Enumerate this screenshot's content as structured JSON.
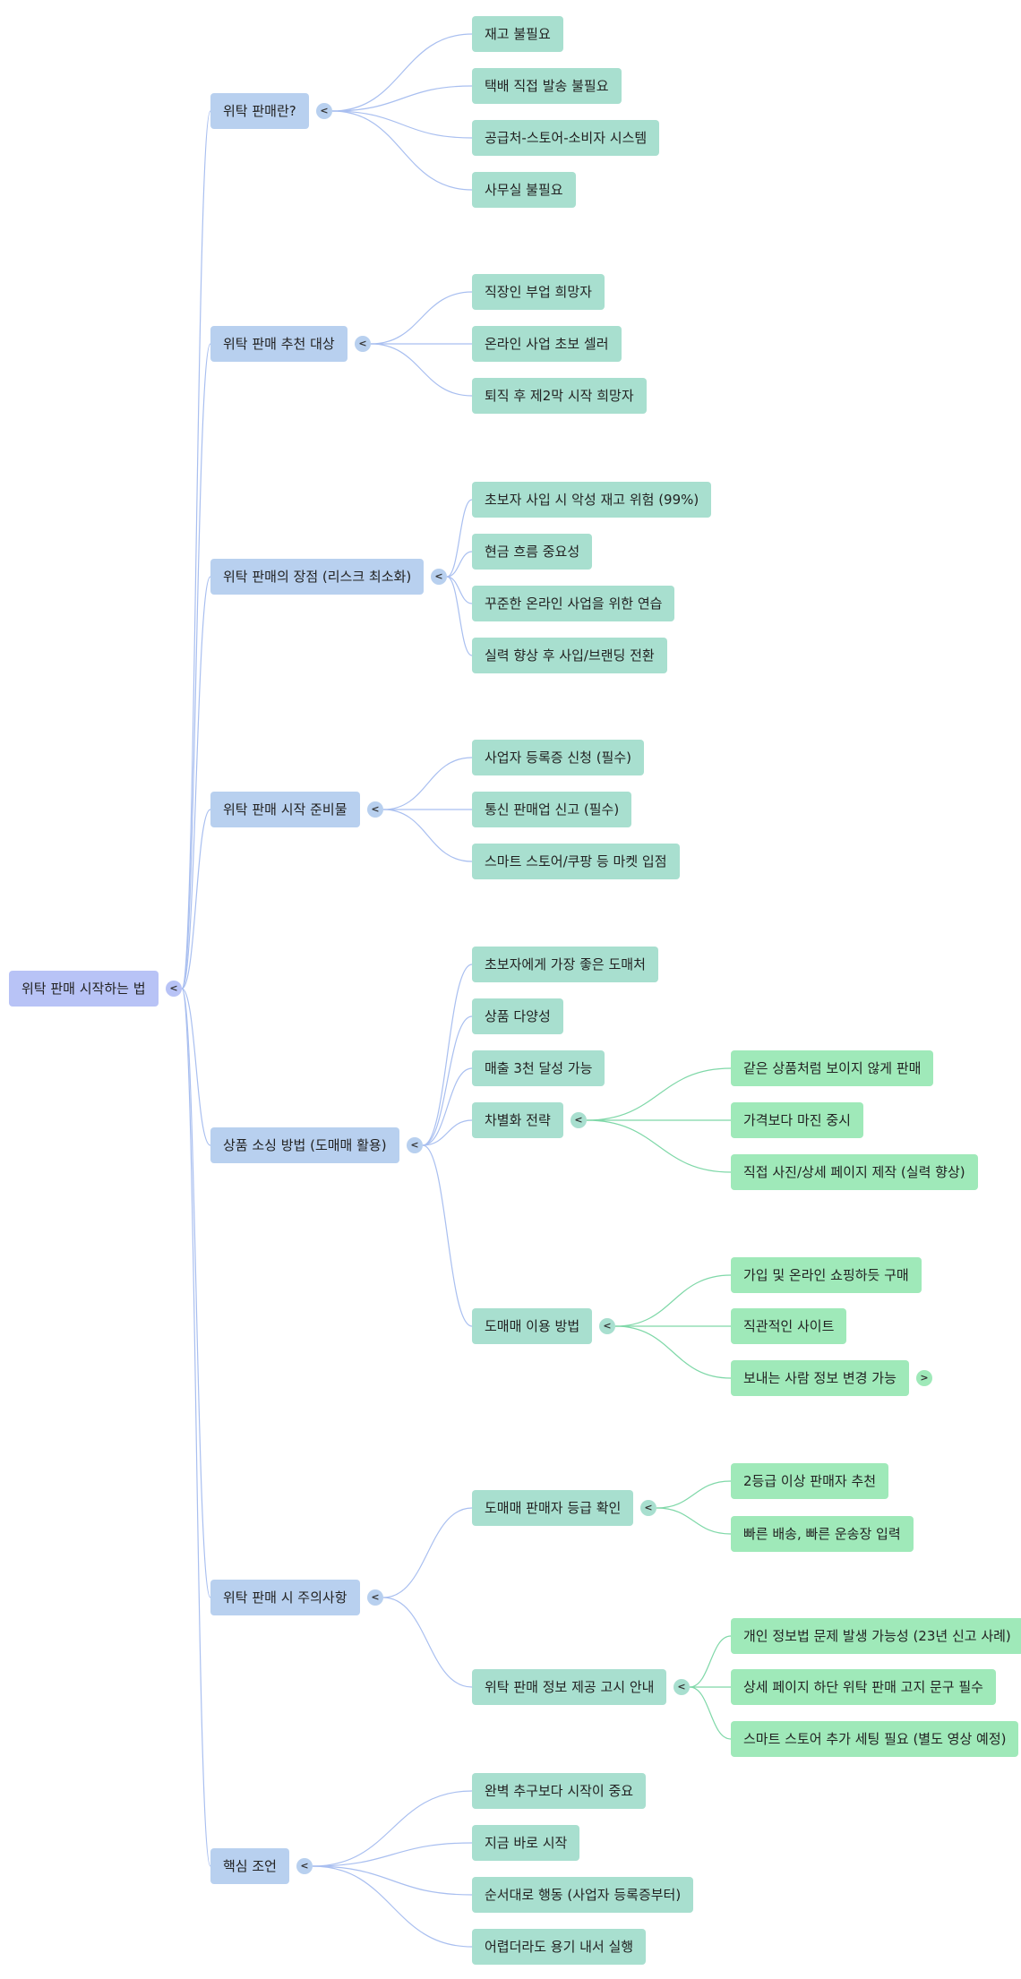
{
  "root": {
    "label": "위탁 판매 시작하는 법",
    "toggle": "<",
    "children": [
      {
        "label": "위탁 판매란?",
        "toggle": "<",
        "children": [
          {
            "label": "재고 불필요"
          },
          {
            "label": "택배 직접 발송 불필요"
          },
          {
            "label": "공급처-스토어-소비자 시스템"
          },
          {
            "label": "사무실 불필요"
          }
        ]
      },
      {
        "label": "위탁 판매 추천 대상",
        "toggle": "<",
        "children": [
          {
            "label": "직장인 부업 희망자"
          },
          {
            "label": "온라인 사업 초보 셀러"
          },
          {
            "label": "퇴직 후 제2막 시작 희망자"
          }
        ]
      },
      {
        "label": "위탁 판매의 장점 (리스크 최소화)",
        "toggle": "<",
        "children": [
          {
            "label": "초보자 사입 시 악성 재고 위험 (99%)"
          },
          {
            "label": "현금 흐름 중요성"
          },
          {
            "label": "꾸준한 온라인 사업을 위한 연습"
          },
          {
            "label": "실력 향상 후 사입/브랜딩 전환"
          }
        ]
      },
      {
        "label": "위탁 판매 시작 준비물",
        "toggle": "<",
        "children": [
          {
            "label": "사업자 등록증 신청 (필수)"
          },
          {
            "label": "통신 판매업 신고 (필수)"
          },
          {
            "label": "스마트 스토어/쿠팡 등 마켓 입점"
          }
        ]
      },
      {
        "label": "상품 소싱 방법 (도매매 활용)",
        "toggle": "<",
        "children": [
          {
            "label": "초보자에게 가장 좋은 도매처"
          },
          {
            "label": "상품 다양성"
          },
          {
            "label": "매출 3천 달성 가능"
          },
          {
            "label": "차별화 전략",
            "toggle": "<",
            "children": [
              {
                "label": "같은 상품처럼 보이지 않게 판매"
              },
              {
                "label": "가격보다 마진 중시"
              },
              {
                "label": "직접 사진/상세 페이지 제작 (실력 향상)"
              }
            ]
          },
          {
            "label": "도매매 이용 방법",
            "toggle": "<",
            "children": [
              {
                "label": "가입 및 온라인 쇼핑하듯 구매"
              },
              {
                "label": "직관적인 사이트"
              },
              {
                "label": "보내는 사람 정보 변경 가능",
                "toggle": ">"
              }
            ]
          }
        ]
      },
      {
        "label": "위탁 판매 시 주의사항",
        "toggle": "<",
        "children": [
          {
            "label": "도매매 판매자 등급 확인",
            "toggle": "<",
            "children": [
              {
                "label": "2등급 이상 판매자 추천"
              },
              {
                "label": "빠른 배송, 빠른 운송장 입력"
              }
            ]
          },
          {
            "label": "위탁 판매 정보 제공 고시 안내",
            "toggle": "<",
            "children": [
              {
                "label": "개인 정보법 문제 발생 가능성 (23년 신고 사례)"
              },
              {
                "label": "상세 페이지 하단 위탁 판매 고지 문구 필수"
              },
              {
                "label": "스마트 스토어 추가 세팅 필요 (별도 영상 예정)"
              }
            ]
          }
        ]
      },
      {
        "label": "핵심 조언",
        "toggle": "<",
        "children": [
          {
            "label": "완벽 추구보다 시작이 중요"
          },
          {
            "label": "지금 바로 시작"
          },
          {
            "label": "순서대로 행동 (사업자 등록증부터)"
          },
          {
            "label": "어렵더라도 용기 내서 실행"
          }
        ]
      }
    ]
  },
  "colors": {
    "level0": "#b8c3f6",
    "level1": "#b8d0ef",
    "level2": "#a8dfcf",
    "level3": "#9fe9b9",
    "link_blue": "#a9bff0",
    "link_green": "#7fd8a8"
  }
}
